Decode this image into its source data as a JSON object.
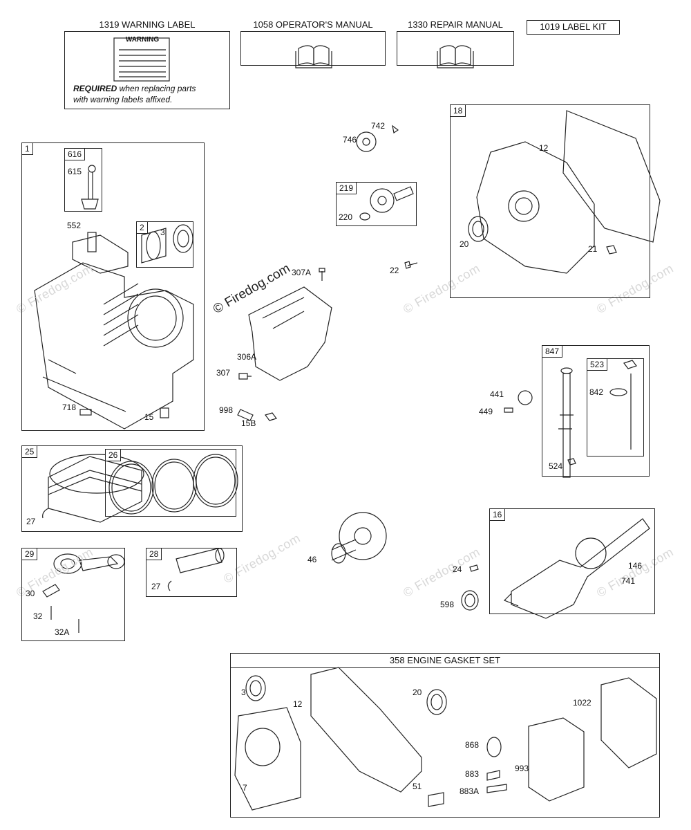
{
  "top_labels": {
    "warning_label": "1319 WARNING LABEL",
    "operators_manual": "1058 OPERATOR'S MANUAL",
    "repair_manual": "1330 REPAIR MANUAL",
    "label_kit": "1019 LABEL KIT"
  },
  "warning": {
    "sticker_title": "WARNING",
    "required_word": "REQUIRED",
    "required_rest_line1": " when replacing parts",
    "required_line2": "with warning labels affixed."
  },
  "watermark": {
    "main": "© Firedog.com",
    "faint": "© Firedog.com"
  },
  "groups": {
    "g1": "1",
    "g616": "616",
    "g2": "2",
    "g18": "18",
    "g219": "219",
    "g847": "847",
    "g523": "523",
    "g25": "25",
    "g26": "26",
    "g29": "29",
    "g28": "28",
    "g16": "16"
  },
  "gasket_set": {
    "title": "358 ENGINE GASKET SET"
  },
  "callouts": {
    "c615": "615",
    "c552": "552",
    "c3a": "3",
    "c718": "718",
    "c15": "15",
    "c742": "742",
    "c746": "746",
    "c220": "220",
    "c307A": "307A",
    "c22": "22",
    "c306A": "306A",
    "c307": "307",
    "c998": "998",
    "c15B": "15B",
    "c12a": "12",
    "c20a": "20",
    "c21": "21",
    "c441": "441",
    "c449": "449",
    "c842": "842",
    "c524": "524",
    "c27a": "27",
    "c46": "46",
    "c24": "24",
    "c598": "598",
    "c146": "146",
    "c741": "741",
    "c30": "30",
    "c32": "32",
    "c32A": "32A",
    "c27b": "27",
    "c3b": "3",
    "c12b": "12",
    "c20b": "20",
    "c1022": "1022",
    "c868": "868",
    "c883": "883",
    "c993": "993",
    "c883A": "883A",
    "c51": "51",
    "c7": "7"
  }
}
